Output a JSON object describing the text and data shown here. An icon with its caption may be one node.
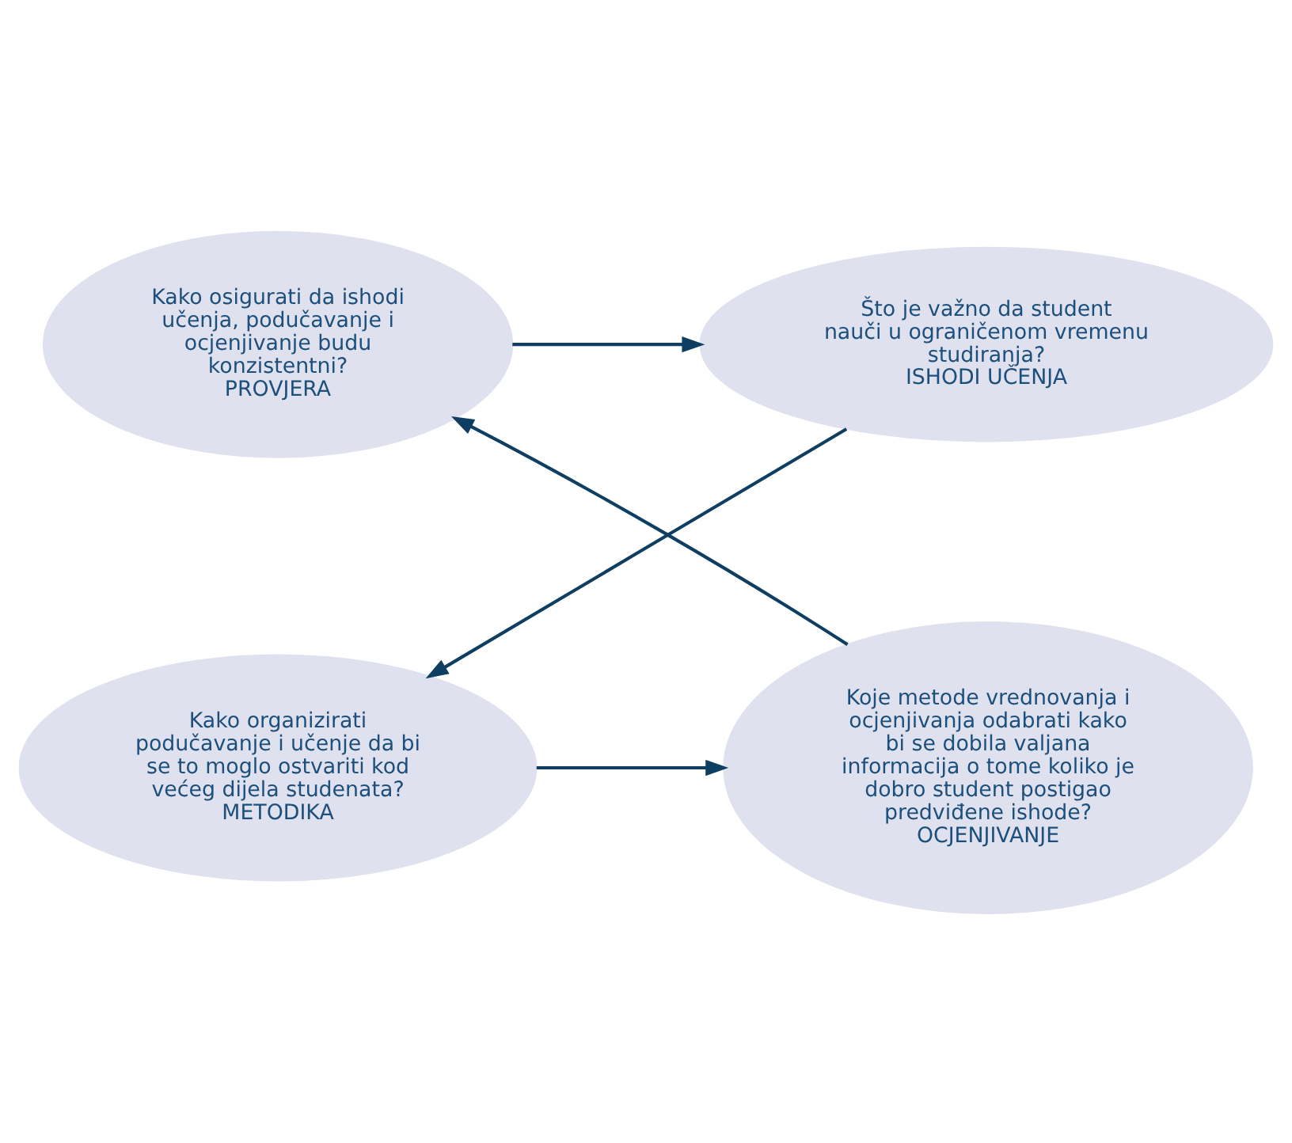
{
  "diagram": {
    "nodes": [
      {
        "text": [
          "Kako osigurati da ishodi učenja, podučavanje i ocjenjivanje budu konzistentni?",
          "PROVJERA"
        ]
      },
      {
        "text": [
          "Što je važno da student nauči u ograničenom vremenu studiranja?",
          "ISHODI UČENJA"
        ]
      },
      {
        "text": [
          "Kako organizirati podučavanje i učenje da bi se to moglo ostvariti kod većeg dijela studenata?",
          "METODIKA"
        ]
      },
      {
        "text": [
          "Koje metode vrednovanja i ocjenjivanja odabrati kako bi se dobila valjana informacija o tome koliko je dobro student postigao predviđene ishode?",
          "OCJENJIVANJE"
        ]
      }
    ],
    "edges": [
      {
        "from": 0,
        "to": 1,
        "arrow": "to"
      },
      {
        "from": 1,
        "to": 2,
        "arrow": "to"
      },
      {
        "from": 2,
        "to": 3,
        "arrow": "to"
      },
      {
        "from": 3,
        "to": 0,
        "arrow": "to"
      }
    ]
  }
}
